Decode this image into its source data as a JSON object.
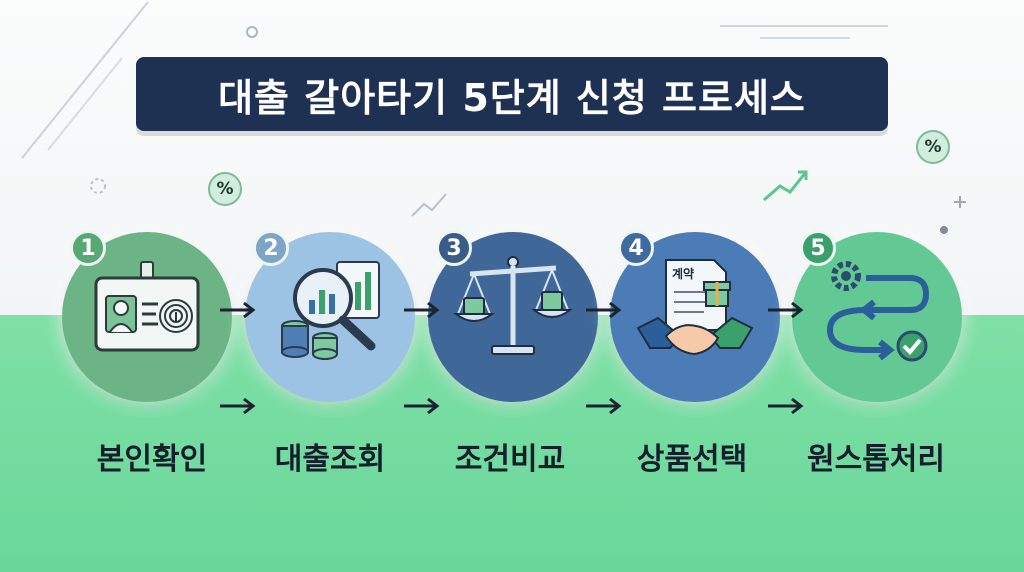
{
  "title": "대출 갈아타기 5단계 신청 프로세스",
  "steps": [
    {
      "number": "1",
      "label": "본인확인",
      "color": "#5ea97a",
      "badge_color": "#58a874"
    },
    {
      "number": "2",
      "label": "대출조회",
      "color": "#8db7dc",
      "badge_color": "#7ea4c8"
    },
    {
      "number": "3",
      "label": "조건비교",
      "color": "#3f6898",
      "badge_color": "#3a5d88"
    },
    {
      "number": "4",
      "label": "상품선택",
      "color": "#4a7ab4",
      "badge_color": "#3f6aa0"
    },
    {
      "number": "5",
      "label": "원스톱처리",
      "color": "#5cc48e",
      "badge_color": "#3aa06c"
    }
  ],
  "step3_document_label": "계약",
  "percent_symbol": "%",
  "icons": [
    "id-card-fingerprint-icon",
    "magnifier-chart-coins-icon",
    "balance-scale-coins-icon",
    "handshake-contract-gift-icon",
    "gear-arrows-check-icon"
  ]
}
